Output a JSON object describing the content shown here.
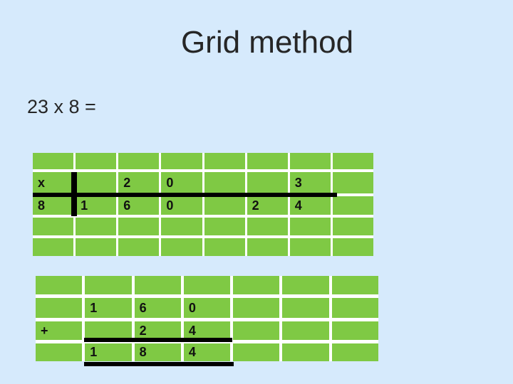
{
  "title": "Grid method",
  "equation": "23 x 8 =",
  "colors": {
    "background": "#D6EAFC",
    "cell": "#7FC944",
    "gap": "#FFFFFF",
    "line": "#000000",
    "text": "#262626"
  },
  "multiplication_grid": {
    "description": "grid method partial products table: x | 20 | 3 across, 8 down giving 160 and 24",
    "cells": [
      [
        "",
        "",
        "",
        "",
        "",
        "",
        "",
        ""
      ],
      [
        "x",
        "",
        "2",
        "0",
        "",
        "",
        "3",
        ""
      ],
      [
        "8",
        "1",
        "6",
        "0",
        "",
        "2",
        "4",
        ""
      ],
      [
        "",
        "",
        "",
        "",
        "",
        "",
        "",
        ""
      ],
      [
        "",
        "",
        "",
        "",
        "",
        "",
        "",
        ""
      ]
    ]
  },
  "addition_grid": {
    "description": "column addition: 160 + 24 = 184",
    "cells": [
      [
        "",
        "",
        "",
        "",
        "",
        "",
        ""
      ],
      [
        "",
        "1",
        "6",
        "0",
        "",
        "",
        ""
      ],
      [
        "+",
        "",
        "2",
        "4",
        "",
        "",
        ""
      ],
      [
        "",
        "1",
        "8",
        "4",
        "",
        "",
        ""
      ]
    ]
  }
}
